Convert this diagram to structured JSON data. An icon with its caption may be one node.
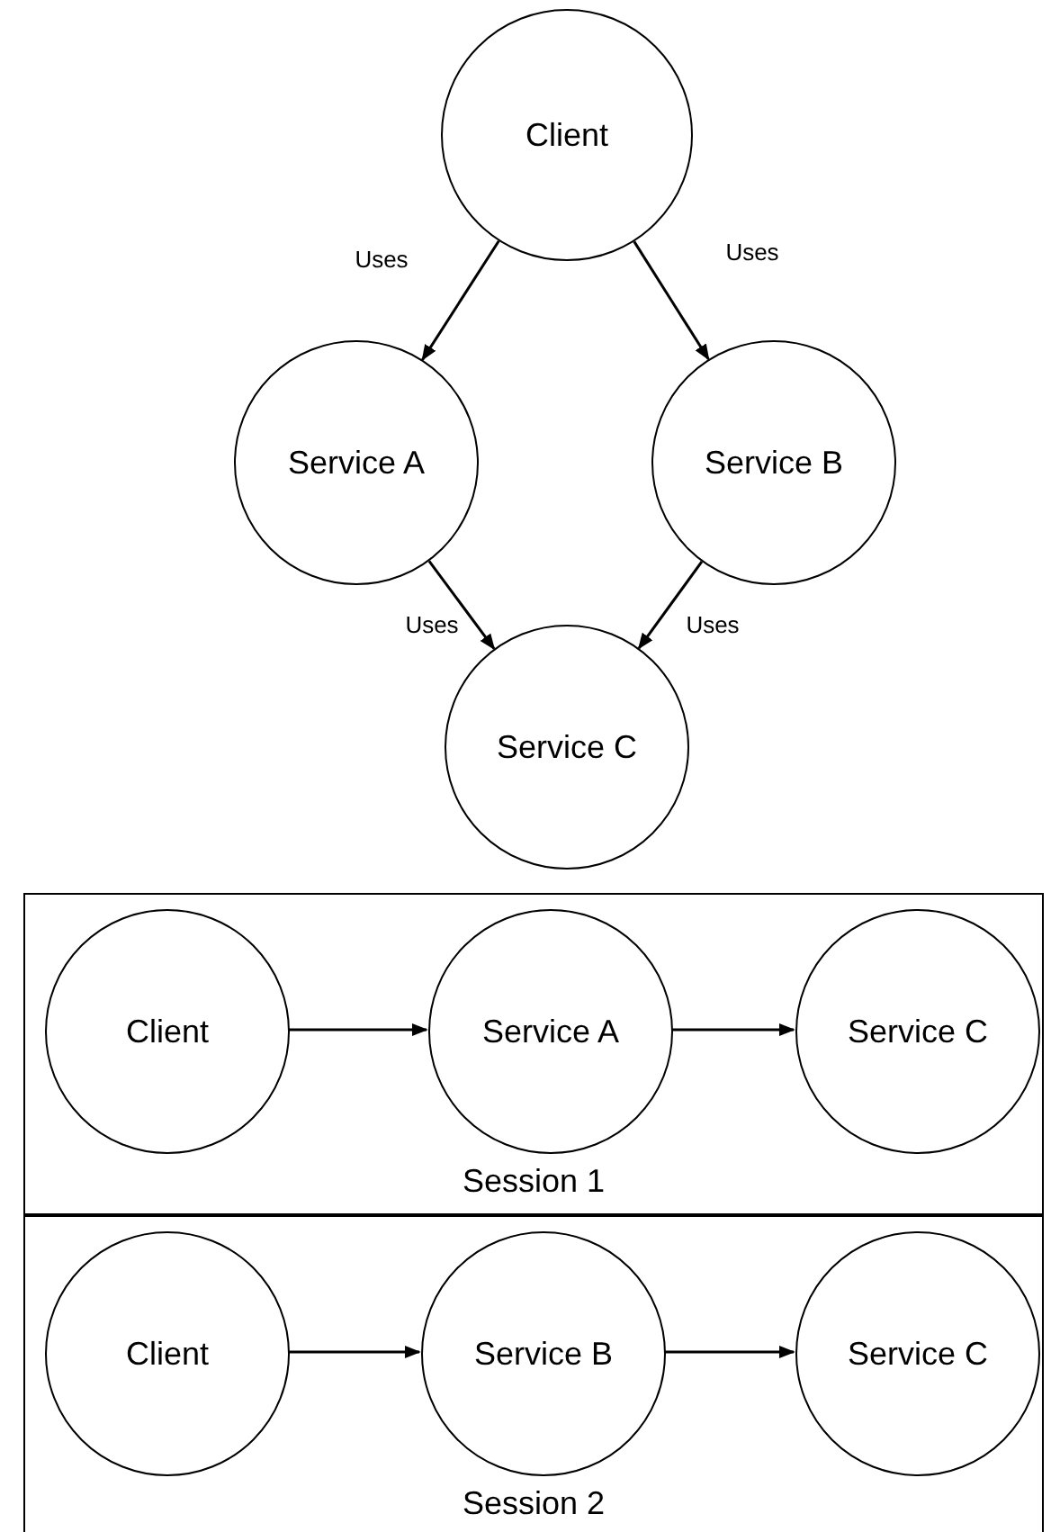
{
  "diagram": {
    "nodes": [
      {
        "text": [
          "Client"
        ]
      },
      {
        "text": [
          "Service A"
        ]
      },
      {
        "text": [
          "Service B"
        ]
      },
      {
        "text": [
          "Service C"
        ]
      },
      {
        "text": [
          "Session 1"
        ]
      },
      {
        "text": [
          "Client"
        ],
        "in": 4
      },
      {
        "text": [
          "Service A"
        ],
        "in": 4
      },
      {
        "text": [
          "Service C"
        ],
        "in": 4
      },
      {
        "text": [
          "Session 2"
        ]
      },
      {
        "text": [
          "Client"
        ],
        "in": 8
      },
      {
        "text": [
          "Service B"
        ],
        "in": 8
      },
      {
        "text": [
          "Service C"
        ],
        "in": 8
      }
    ],
    "edges": [
      {
        "from": 0,
        "to": 1,
        "arrow": "to",
        "label": "Uses"
      },
      {
        "from": 0,
        "to": 2,
        "arrow": "to",
        "label": "Uses"
      },
      {
        "from": 1,
        "to": 3,
        "arrow": "to",
        "label": "Uses"
      },
      {
        "from": 2,
        "to": 3,
        "arrow": "to",
        "label": "Uses"
      },
      {
        "from": 5,
        "to": 6,
        "arrow": "to"
      },
      {
        "from": 6,
        "to": 7,
        "arrow": "to"
      },
      {
        "from": 9,
        "to": 10,
        "arrow": "to"
      },
      {
        "from": 10,
        "to": 11,
        "arrow": "to"
      }
    ]
  }
}
